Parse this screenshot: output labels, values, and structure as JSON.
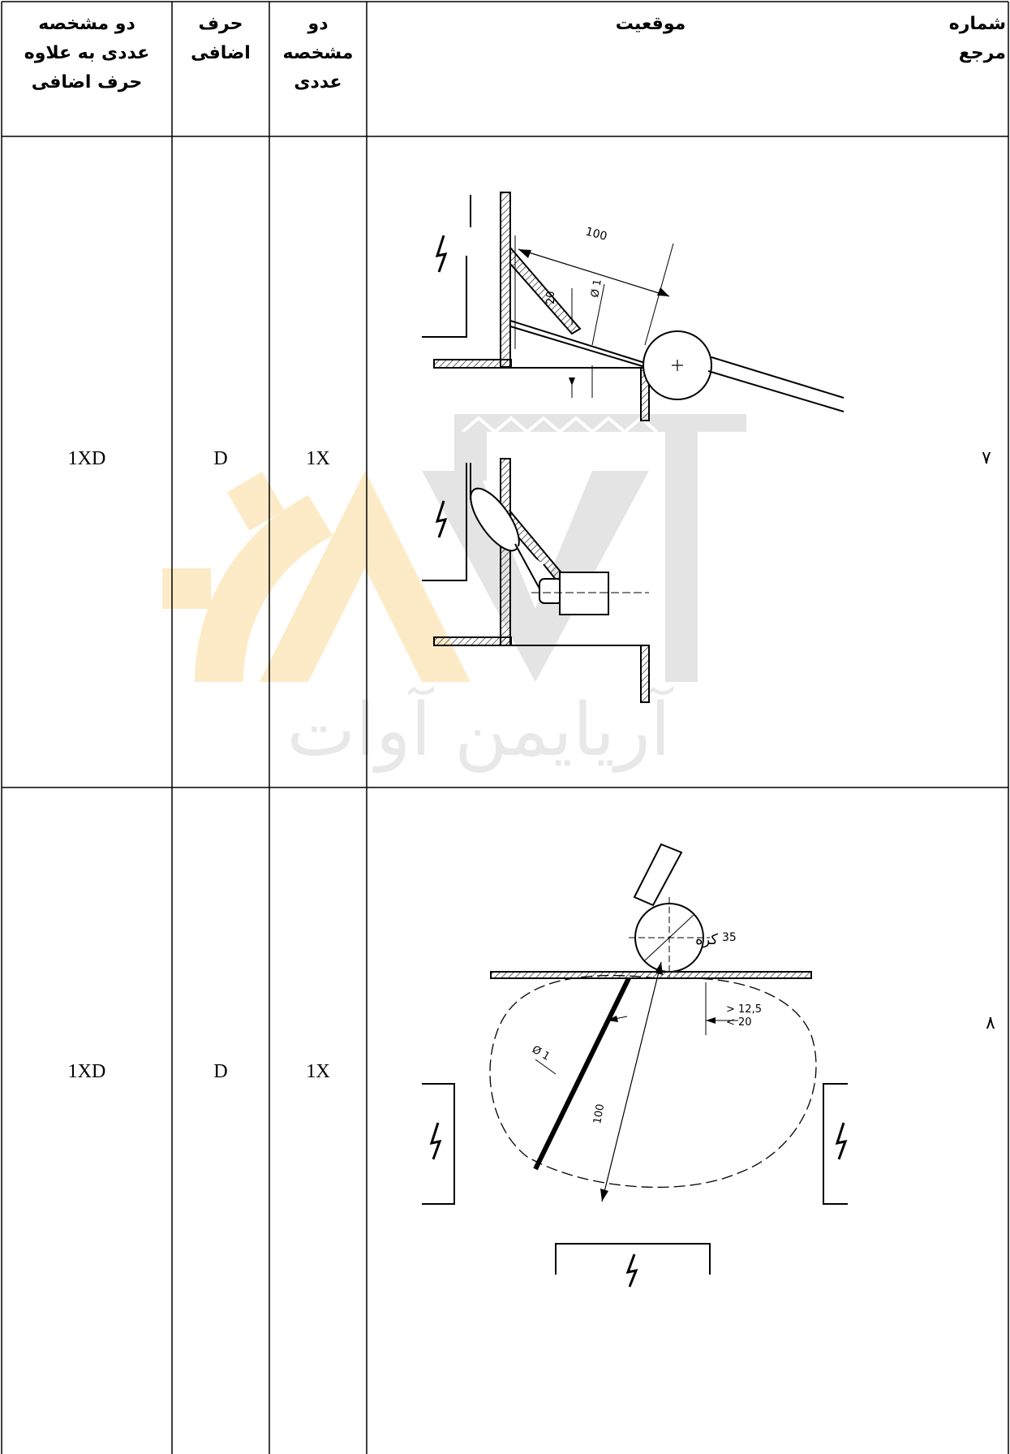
{
  "header": {
    "col_combined": [
      "دو مشخصه",
      "عددی به علاوه",
      "حرف اضافی"
    ],
    "col_letter": [
      "حرف",
      "اضافی"
    ],
    "col_numeric": [
      "دو",
      "مشخصه",
      "عددی"
    ],
    "col_location": "موقعیت",
    "col_ref": [
      "شماره",
      "مرجع"
    ]
  },
  "rows": [
    {
      "combined": "1XD",
      "letter": "D",
      "numeric": "1X",
      "ref": "۷",
      "figure": {
        "dim_length": "100",
        "dim_gap": "20",
        "dim_dia": "Ø 1"
      }
    },
    {
      "combined": "1XD",
      "letter": "D",
      "numeric": "1X",
      "ref": "۸",
      "figure": {
        "sphere_label": "کره",
        "sphere_dia": "35",
        "clearance_min": "> 12,5",
        "clearance_max": "< 20",
        "dim_length": "100",
        "dim_dia": "Ø 1"
      }
    }
  ],
  "watermark": {
    "brand_text": "آریایمن آوات",
    "colors": {
      "gear": "#f5a800",
      "crane": "#888888",
      "text": "#999999"
    }
  }
}
